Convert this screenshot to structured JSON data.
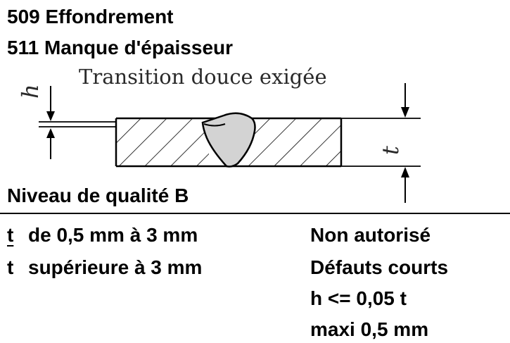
{
  "header": {
    "line1": "509 Effondrement",
    "line2": "511 Manque d'épaisseur"
  },
  "diagram": {
    "caption": "Transition douce exigée",
    "dim_h": "h",
    "dim_t": "t"
  },
  "quality_level": "Niveau de qualité B",
  "criteria": [
    {
      "symbol": "t",
      "condition": "de 0,5 mm à 3 mm",
      "rule": "Non autorisé"
    },
    {
      "symbol": "t",
      "condition": "supérieure à 3 mm",
      "rule": "Défauts courts"
    }
  ],
  "extra_rules": [
    "h <= 0,05 t",
    "maxi 0,5 mm"
  ]
}
